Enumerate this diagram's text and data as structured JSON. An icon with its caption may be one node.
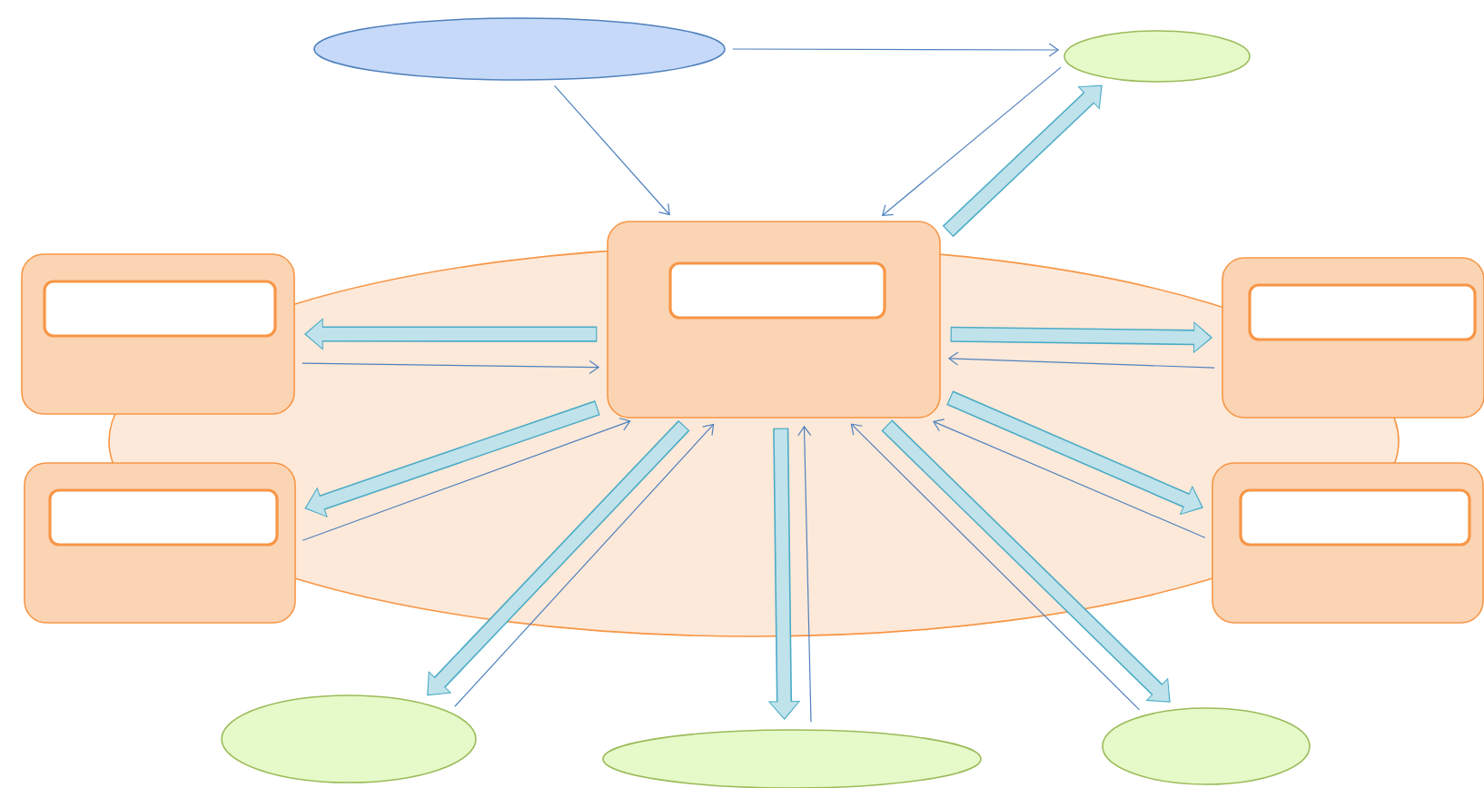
{
  "diagram": {
    "nodes": [
      {
        "text": [],
        "shape": "ellipse"
      },
      {
        "text": [],
        "shape": "ellipse"
      },
      {
        "text": [],
        "shape": "box"
      },
      {
        "text": [],
        "shape": "box",
        "in": 2
      },
      {
        "text": [],
        "shape": "box"
      },
      {
        "text": [],
        "shape": "box",
        "in": 4
      },
      {
        "text": [],
        "shape": "box"
      },
      {
        "text": [],
        "shape": "box",
        "in": 6
      },
      {
        "text": [],
        "shape": "box"
      },
      {
        "text": [],
        "shape": "box",
        "in": 8
      },
      {
        "text": [],
        "shape": "box"
      },
      {
        "text": [],
        "shape": "box",
        "in": 10
      },
      {
        "text": [],
        "shape": "ellipse"
      },
      {
        "text": [],
        "shape": "ellipse"
      },
      {
        "text": [],
        "shape": "ellipse"
      }
    ],
    "edges": [
      {
        "from": 0,
        "to": 1,
        "arrow": "to"
      },
      {
        "from": 0,
        "to": 2,
        "arrow": "to"
      },
      {
        "from": 1,
        "to": 2,
        "arrow": "to"
      },
      {
        "from": 2,
        "to": 1,
        "arrow": "to",
        "style": "thick",
        "color": "#4bacc6"
      },
      {
        "from": 2,
        "to": 4,
        "arrow": "to",
        "style": "thick",
        "color": "#4bacc6"
      },
      {
        "from": 4,
        "to": 2,
        "arrow": "to"
      },
      {
        "from": 2,
        "to": 6,
        "arrow": "to",
        "style": "thick",
        "color": "#4bacc6"
      },
      {
        "from": 6,
        "to": 2,
        "arrow": "to"
      },
      {
        "from": 2,
        "to": 12,
        "arrow": "to",
        "style": "thick",
        "color": "#4bacc6"
      },
      {
        "from": 12,
        "to": 2,
        "arrow": "to"
      },
      {
        "from": 2,
        "to": 13,
        "arrow": "to",
        "style": "thick",
        "color": "#4bacc6"
      },
      {
        "from": 13,
        "to": 2,
        "arrow": "to"
      },
      {
        "from": 2,
        "to": 14,
        "arrow": "to",
        "style": "thick",
        "color": "#4bacc6"
      },
      {
        "from": 14,
        "to": 2,
        "arrow": "to"
      },
      {
        "from": 2,
        "to": 10,
        "arrow": "to",
        "style": "thick",
        "color": "#4bacc6"
      },
      {
        "from": 10,
        "to": 2,
        "arrow": "to"
      },
      {
        "from": 2,
        "to": 8,
        "arrow": "to",
        "style": "thick",
        "color": "#4bacc6"
      },
      {
        "from": 8,
        "to": 2,
        "arrow": "to"
      }
    ]
  }
}
